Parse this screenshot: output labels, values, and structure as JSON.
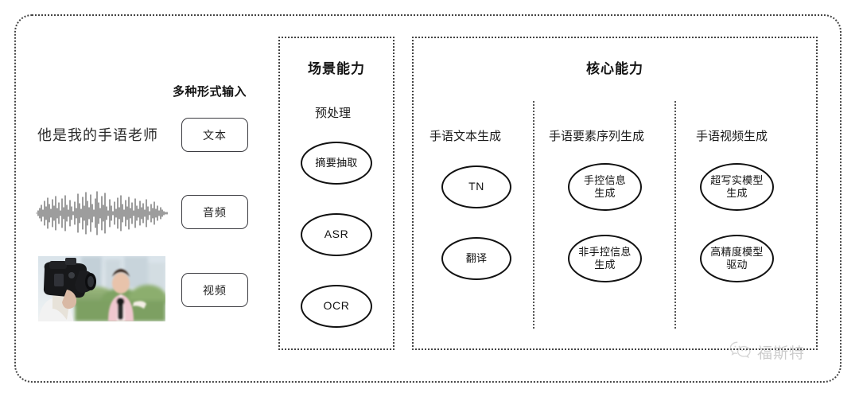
{
  "diagram": {
    "title_hidden": "",
    "input_section": {
      "heading": "多种形式输入",
      "sample_text": "他是我的手语老师",
      "modalities": [
        {
          "label": "文本",
          "icon": "text-sample"
        },
        {
          "label": "音频",
          "icon": "audio-waveform"
        },
        {
          "label": "视频",
          "icon": "video-thumbnail"
        }
      ]
    },
    "scene_panel": {
      "title": "场景能力",
      "groups": [
        {
          "label": "预处理",
          "nodes": [
            "摘要抽取",
            "ASR",
            "OCR"
          ]
        }
      ]
    },
    "core_panel": {
      "title": "核心能力",
      "columns": [
        {
          "label": "手语文本生成",
          "nodes": [
            "TN",
            "翻译"
          ]
        },
        {
          "label": "手语要素序列生成",
          "nodes": [
            "手控信息\n生成",
            "非手控信息\n生成"
          ]
        },
        {
          "label": "手语视频生成",
          "nodes": [
            "超写实模型\n生成",
            "高精度模型\n驱动"
          ]
        }
      ]
    },
    "watermark": {
      "label": "福斯特",
      "icon": "wechat-icon"
    },
    "colors": {
      "border": "#444444",
      "node_border": "#111111",
      "text": "#1a1a1a",
      "watermark": "#9a9a9a",
      "background": "#ffffff"
    }
  }
}
